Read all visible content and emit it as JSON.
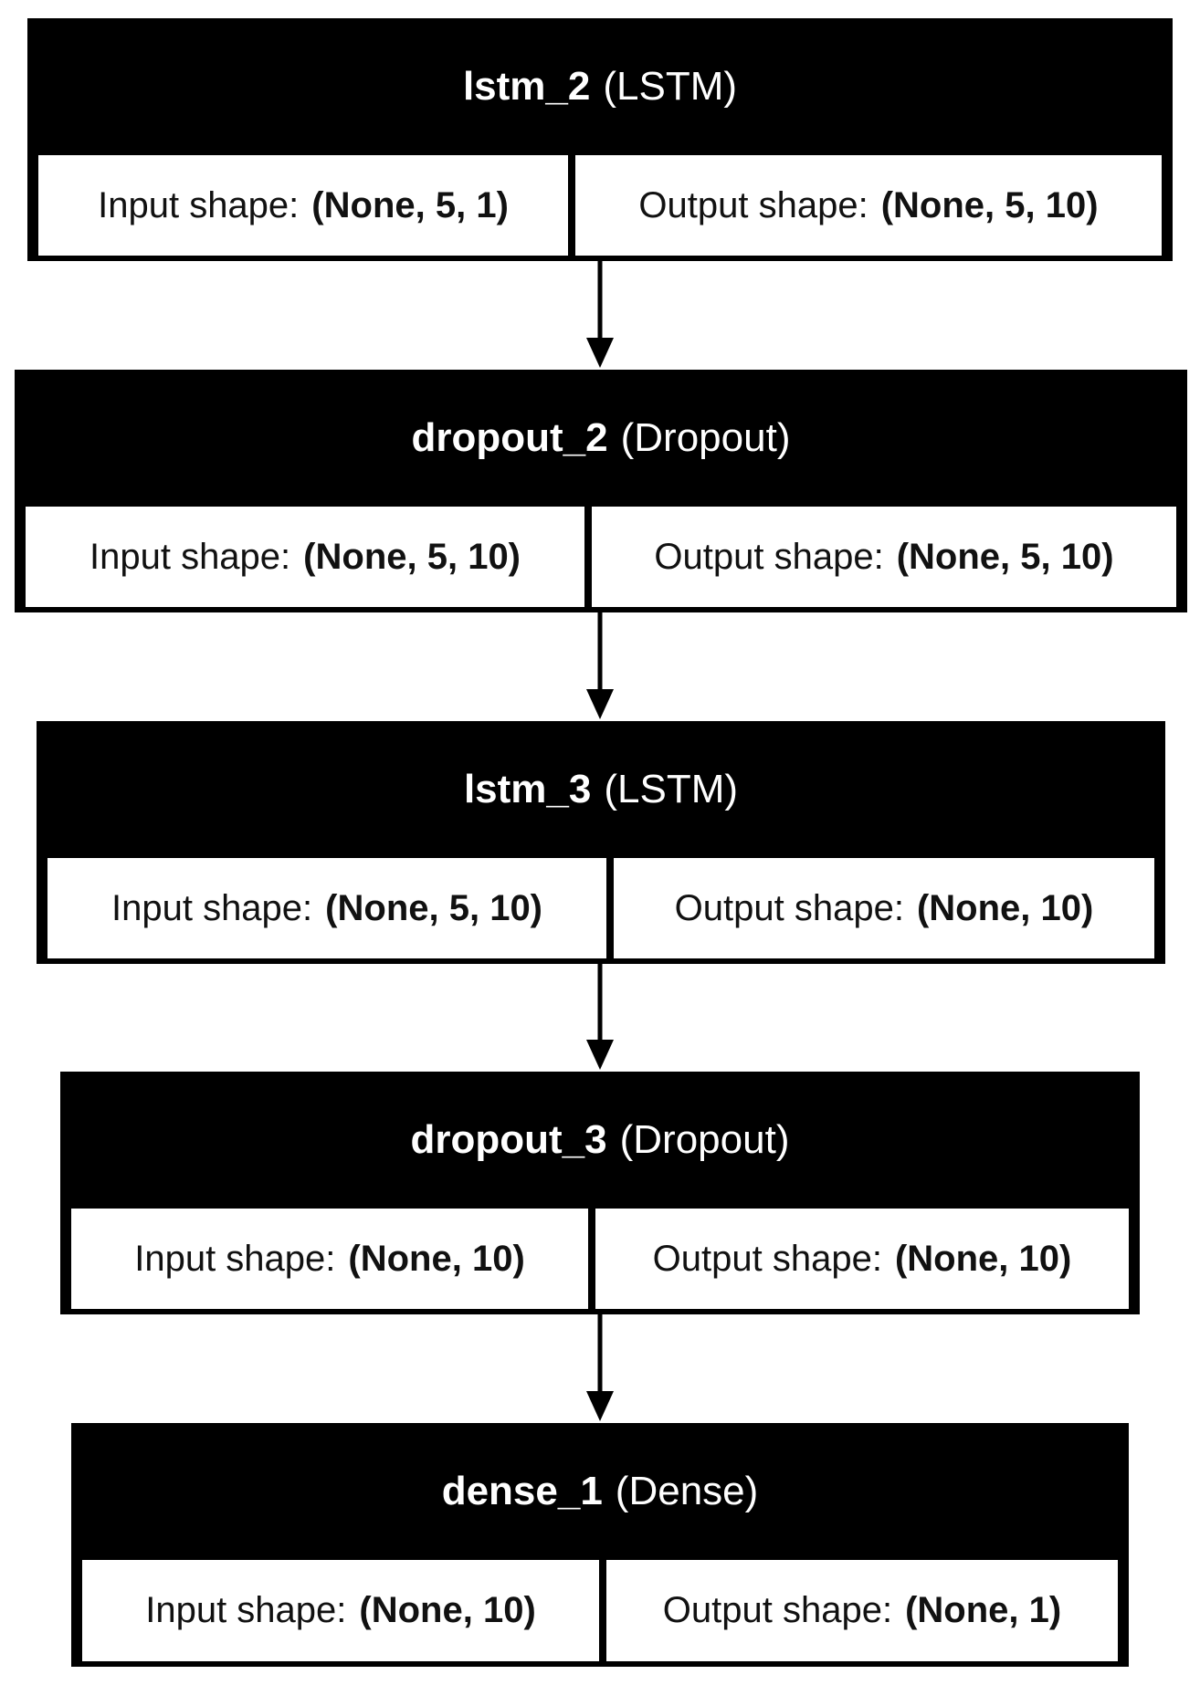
{
  "layers": [
    {
      "name": "lstm_2",
      "type": "(LSTM)",
      "input_label": "Input shape:",
      "input_shape": "(None, 5, 1)",
      "output_label": "Output shape:",
      "output_shape": "(None, 5, 10)"
    },
    {
      "name": "dropout_2",
      "type": "(Dropout)",
      "input_label": "Input shape:",
      "input_shape": "(None, 5, 10)",
      "output_label": "Output shape:",
      "output_shape": "(None, 5, 10)"
    },
    {
      "name": "lstm_3",
      "type": "(LSTM)",
      "input_label": "Input shape:",
      "input_shape": "(None, 5, 10)",
      "output_label": "Output shape:",
      "output_shape": "(None, 10)"
    },
    {
      "name": "dropout_3",
      "type": "(Dropout)",
      "input_label": "Input shape:",
      "input_shape": "(None, 10)",
      "output_label": "Output shape:",
      "output_shape": "(None, 10)"
    },
    {
      "name": "dense_1",
      "type": "(Dense)",
      "input_label": "Input shape:",
      "input_shape": "(None, 10)",
      "output_label": "Output shape:",
      "output_shape": "(None, 1)"
    }
  ],
  "colors": {
    "header_background": "#000000",
    "header_text": "#ffffff",
    "cell_background": "#ffffff",
    "cell_text": "#111111",
    "arrow": "#000000"
  }
}
